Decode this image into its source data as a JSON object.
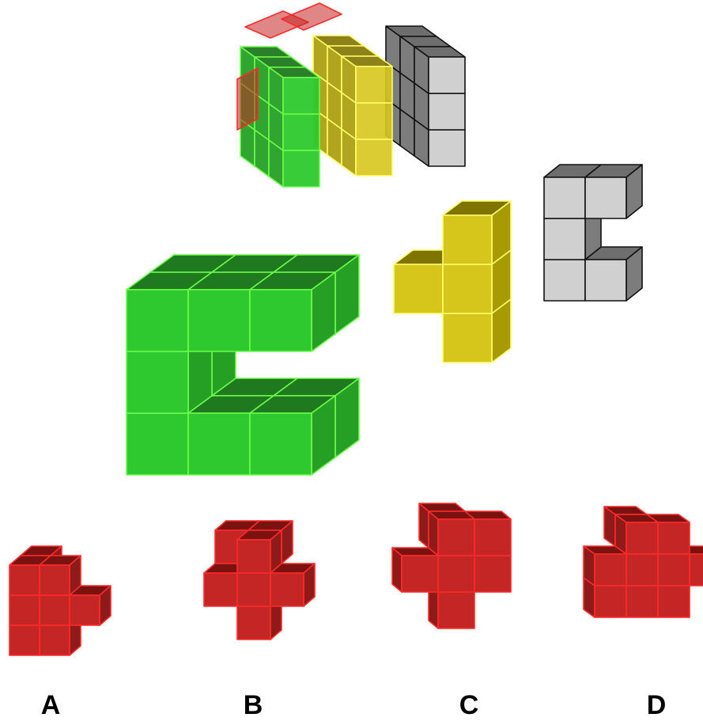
{
  "puzzle": {
    "options": [
      {
        "label": "A"
      },
      {
        "label": "B"
      },
      {
        "label": "C"
      },
      {
        "label": "D"
      }
    ]
  },
  "colors": {
    "green_top": "#1f7a1f",
    "green_front": "#2ec92e",
    "green_side": "#25a025",
    "green_edge": "#6dfc4a",
    "yellow_top": "#7f7400",
    "yellow_front": "#d6c61c",
    "yellow_side": "#a89a05",
    "yellow_edge": "#ffff66",
    "gray_top": "#6e6e6e",
    "gray_front": "#d0d0d0",
    "gray_side": "#7c7c7c",
    "gray_edge": "#111111",
    "red_top": "#7a1212",
    "red_front": "#c42525",
    "red_side": "#8e1a1a",
    "red_edge": "#ff2a2a",
    "background": "#ffffff",
    "label": "#000000"
  }
}
